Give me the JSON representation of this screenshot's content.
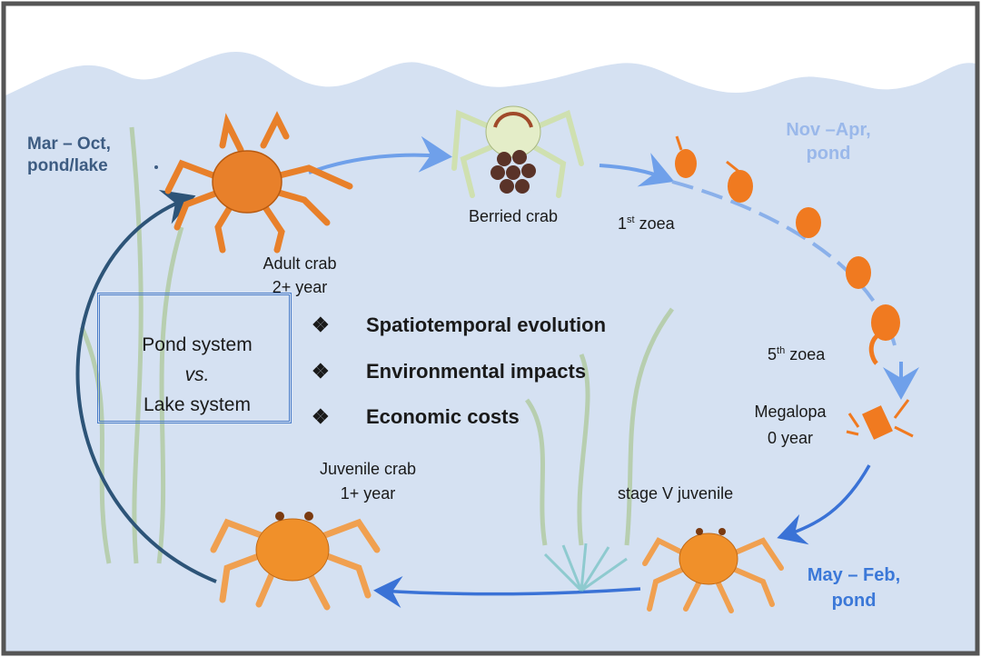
{
  "seasons": {
    "adult": [
      "Mar – Oct,",
      "pond/lake"
    ],
    "larvae": [
      "Nov –Apr,",
      "pond"
    ],
    "juvenile": [
      "May – Feb,",
      "pond"
    ]
  },
  "stages": {
    "berried": "Berried crab",
    "zoea1_num": "1",
    "zoea1_sup": "st",
    "zoea1_word": " zoea",
    "zoea5_num": "5",
    "zoea5_sup": "th",
    "zoea5_word": " zoea",
    "megalopa": [
      "Megalopa",
      "0 year"
    ],
    "stage5": "stage V juvenile",
    "juvenile": [
      "Juvenile crab",
      "1+ year"
    ],
    "adult": [
      "Adult crab",
      "2+ year"
    ]
  },
  "comparison_box": [
    "Pond system",
    "vs.",
    "Lake system"
  ],
  "bullet_symbol": "❖",
  "bullets": [
    "Spatiotemporal  evolution",
    "Environmental  impacts",
    "Economic costs"
  ],
  "colors": {
    "water": "#d5e1f2",
    "crab": "#f08a2a",
    "arrow_light": "#6fa0ea",
    "arrow_dark": "#2d5478",
    "arrow_blue": "#3a72d6"
  }
}
